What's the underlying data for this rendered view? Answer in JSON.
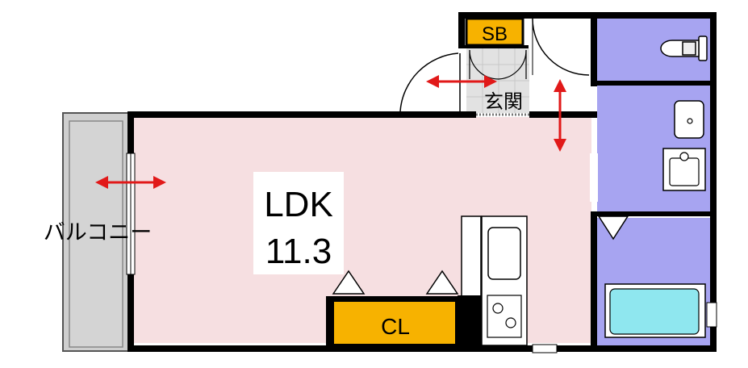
{
  "floorplan": {
    "ldk_label": "LDK",
    "ldk_size": "11.3",
    "closet_label": "CL",
    "shoebox_label": "SB",
    "entrance_label": "玄関",
    "balcony_label": "バルコニー"
  },
  "colors": {
    "ldk_floor": "#f6dfe1",
    "wet_area": "#a7a4f1",
    "storage": "#f7b200",
    "balcony": "#cfcfcf",
    "bathtub": "#8fe7ef",
    "entrance_floor": "#dcdcdc",
    "wall": "#000000",
    "arrow": "#e11919"
  }
}
